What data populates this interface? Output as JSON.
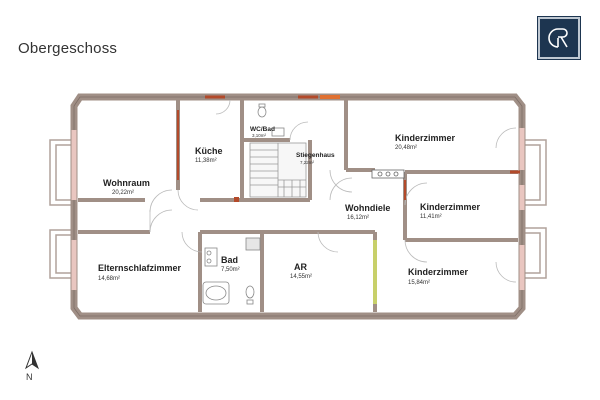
{
  "title": "Obergeschoss",
  "logo": {
    "text": "GR"
  },
  "compass": {
    "label": "N"
  },
  "rooms": {
    "wohnraum": {
      "name": "Wohnraum",
      "area": "20,22m²"
    },
    "kueche": {
      "name": "Küche",
      "area": "11,38m²"
    },
    "wcbad": {
      "name": "WC/Bad",
      "area": "3,10m²"
    },
    "stiegenhaus": {
      "name": "Stiegenhaus",
      "area": "7,22m²"
    },
    "kinderzimmer1": {
      "name": "Kinderzimmer",
      "area": "20,48m²"
    },
    "kinderzimmer2": {
      "name": "Kinderzimmer",
      "area": "11,41m²"
    },
    "kinderzimmer3": {
      "name": "Kinderzimmer",
      "area": "15,84m²"
    },
    "wohndiele": {
      "name": "Wohndiele",
      "area": "16,12m²"
    },
    "elternschlafzimmer": {
      "name": "Elternschlafzimmer",
      "area": "14,68m²"
    },
    "bad": {
      "name": "Bad",
      "area": "7,50m²"
    },
    "ar": {
      "name": "AR",
      "area": "14,55m²"
    }
  },
  "colors": {
    "wall": "#a08f86",
    "wall_dark": "#7e6e66",
    "door_red": "#b34a2a",
    "door_orange": "#e07030",
    "pink_window": "#e9c6c0",
    "green_wall": "#c8d06a",
    "logo_bg": "#1d3550"
  }
}
